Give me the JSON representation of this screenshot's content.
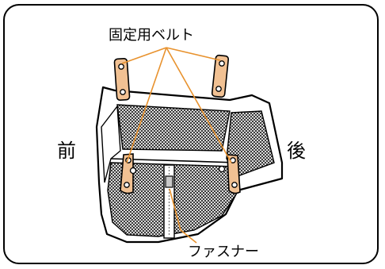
{
  "labels": {
    "belt": "固定用ベルト",
    "front": "前",
    "back": "後",
    "zipper": "ファスナー"
  },
  "colors": {
    "belt": "#f1c193",
    "leader_line": "#e8922e",
    "mesh": "#2a2a2a",
    "outline": "#000000"
  }
}
